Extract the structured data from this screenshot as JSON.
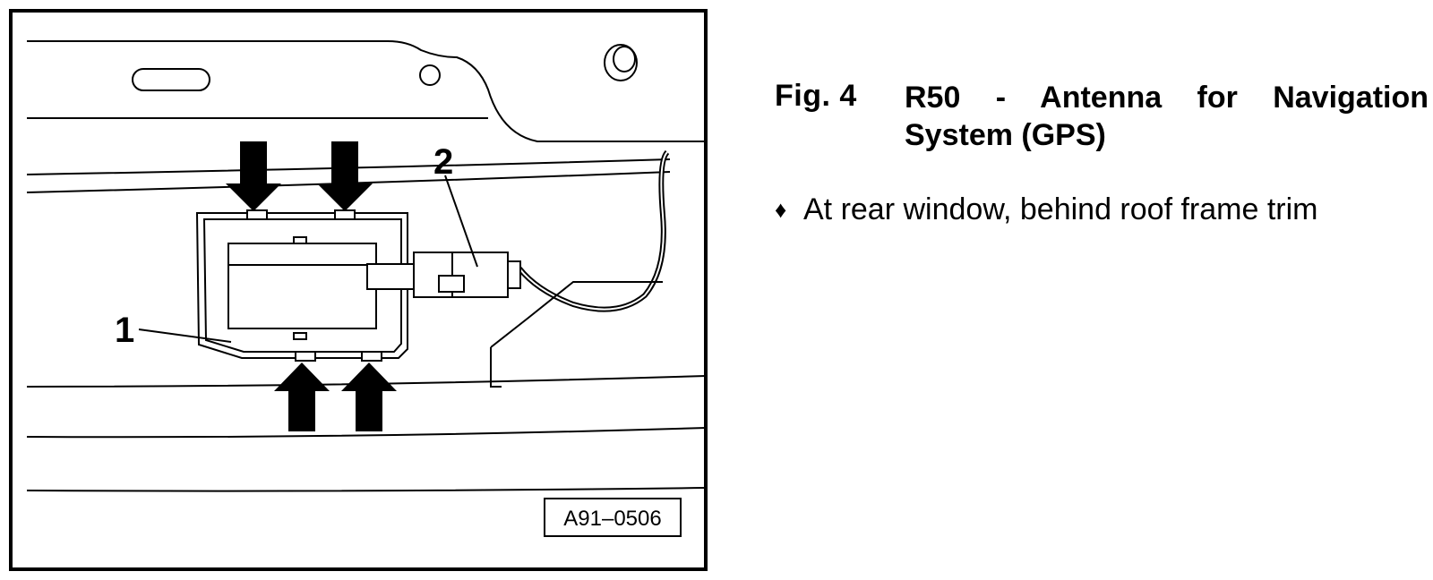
{
  "figure": {
    "callouts": [
      {
        "number": "1",
        "label": "1"
      },
      {
        "number": "2",
        "label": "2"
      }
    ],
    "image_code": "A91–0506"
  },
  "caption": {
    "fig_number": "Fig. 4",
    "title": "R50 - Antenna for Navigation System (GPS)"
  },
  "bullets": [
    {
      "marker": "♦",
      "text": "At rear window, behind roof frame trim"
    }
  ]
}
